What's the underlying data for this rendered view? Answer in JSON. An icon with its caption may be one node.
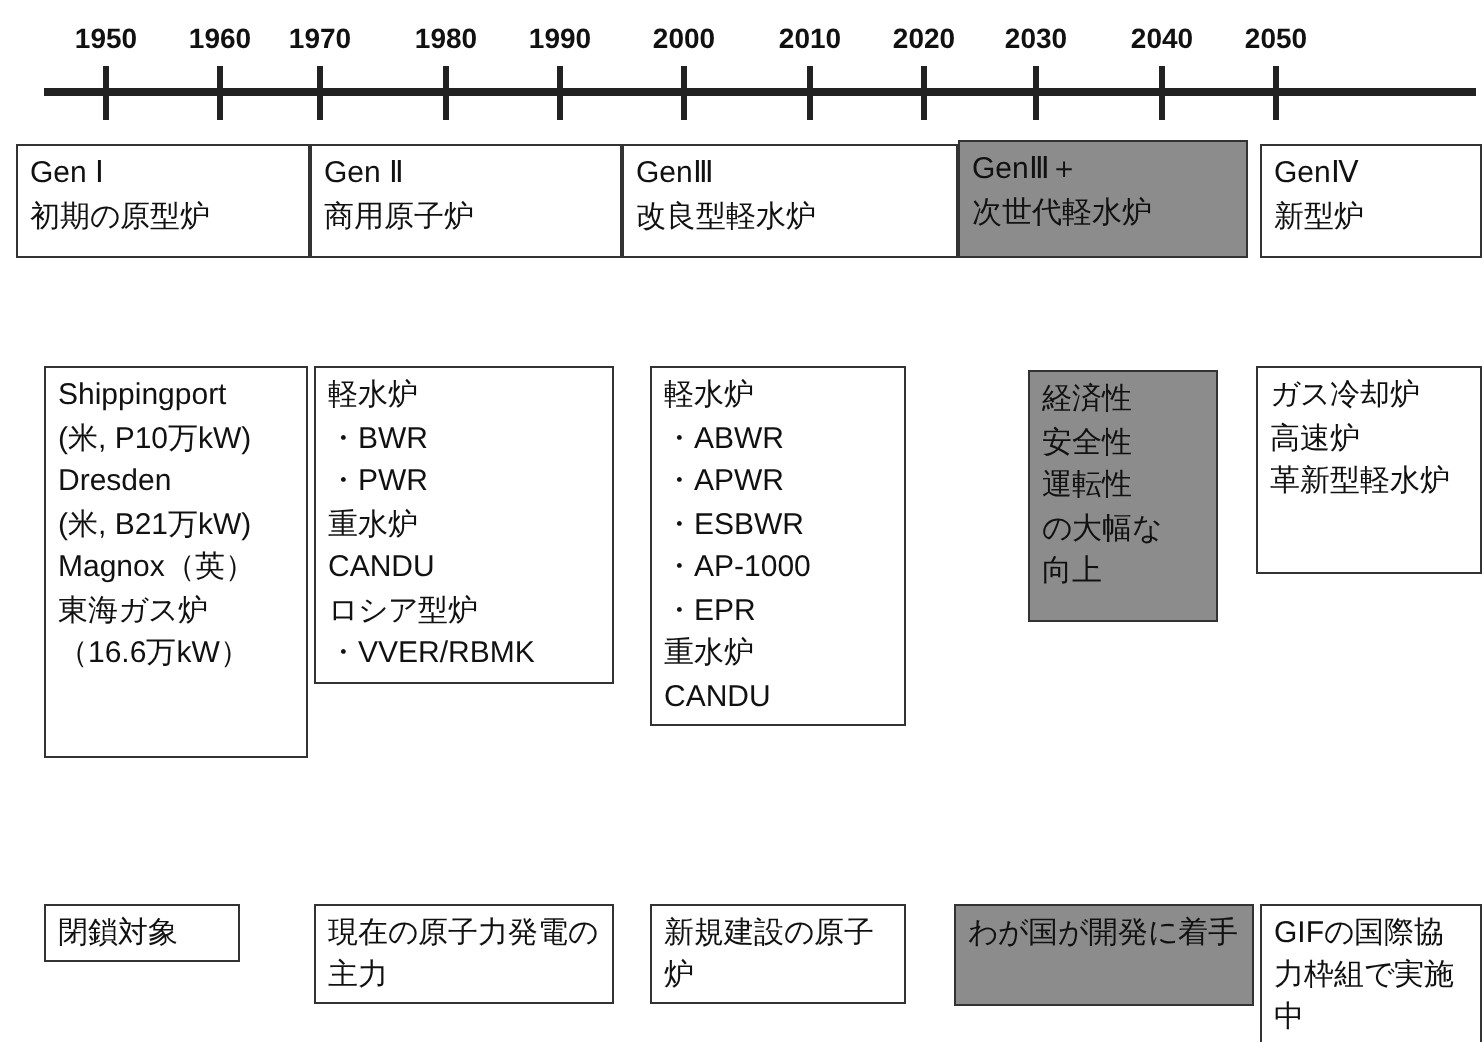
{
  "diagram": {
    "nodes": [
      {
        "text": [
          "Gen Ⅰ",
          "初期の原型炉"
        ]
      },
      {
        "text": [
          "Gen Ⅱ",
          "商用原子炉"
        ]
      },
      {
        "text": [
          "GenⅢ",
          "改良型軽水炉"
        ]
      },
      {
        "text": [
          "GenⅢ＋",
          "次世代軽水炉"
        ]
      },
      {
        "text": [
          "GenⅣ",
          "新型炉"
        ]
      },
      {
        "text": [
          "Shippingport",
          "(米, P10万kW)",
          "Dresden",
          "(米, B21万kW)",
          "Magnox（英）",
          "東海ガス炉",
          "（16.6万kW）"
        ]
      },
      {
        "text": [
          "軽水炉",
          "・BWR",
          "・PWR",
          "重水炉",
          "CANDU",
          "ロシア型炉",
          "・VVER/RBMK"
        ]
      },
      {
        "text": [
          "軽水炉",
          "・ABWR",
          "・APWR",
          "・ESBWR",
          "・AP-1000",
          "・EPR",
          "重水炉",
          "CANDU"
        ]
      },
      {
        "text": [
          "経済性",
          "安全性",
          "運転性",
          "の大幅な",
          "向上"
        ]
      },
      {
        "text": [
          "ガス冷却炉",
          "高速炉",
          "革新型軽水炉"
        ]
      },
      {
        "text": [
          "閉鎖対象"
        ]
      },
      {
        "text": [
          "現在の原子力発電の主力"
        ]
      },
      {
        "text": [
          "新規建設の原子炉"
        ]
      },
      {
        "text": [
          "わが国が開発に着手"
        ]
      },
      {
        "text": [
          "GIFの国際協力枠組で実施中"
        ]
      }
    ],
    "labels": [
      "1950",
      "1960",
      "1970",
      "1980",
      "1990",
      "2000",
      "2010",
      "2020",
      "2030",
      "2040",
      "2050"
    ]
  }
}
